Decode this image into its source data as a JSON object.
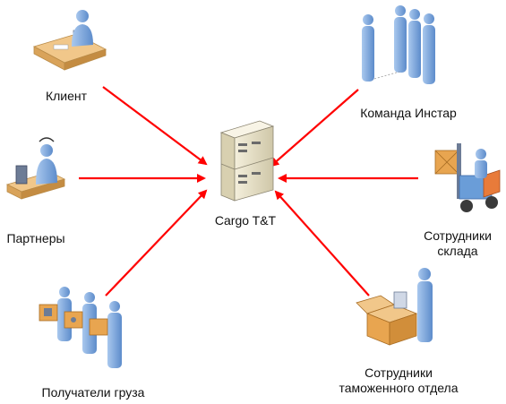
{
  "diagram": {
    "center": {
      "label": "Cargo T&T",
      "icon": "server-rack-icon"
    },
    "nodes": [
      {
        "id": "client",
        "label": "Клиент",
        "icon": "desk-worker-icon"
      },
      {
        "id": "partners",
        "label": "Партнеры",
        "icon": "headset-operator-icon"
      },
      {
        "id": "recipients",
        "label": "Получатели груза",
        "icon": "people-with-boxes-icon"
      },
      {
        "id": "team",
        "label": "Команда Инстар",
        "icon": "team-group-icon"
      },
      {
        "id": "warehouse",
        "label_line1": "Сотрудники",
        "label_line2": "склада",
        "icon": "forklift-icon"
      },
      {
        "id": "customs",
        "label_line1": "Сотрудники",
        "label_line2": "таможенного отдела",
        "icon": "customs-inspector-icon"
      }
    ],
    "colors": {
      "arrow": "#ff0000",
      "person": "#7da7d9",
      "person_dark": "#4f7fbf",
      "box": "#e8a550",
      "server": "#e8e1c8"
    }
  }
}
